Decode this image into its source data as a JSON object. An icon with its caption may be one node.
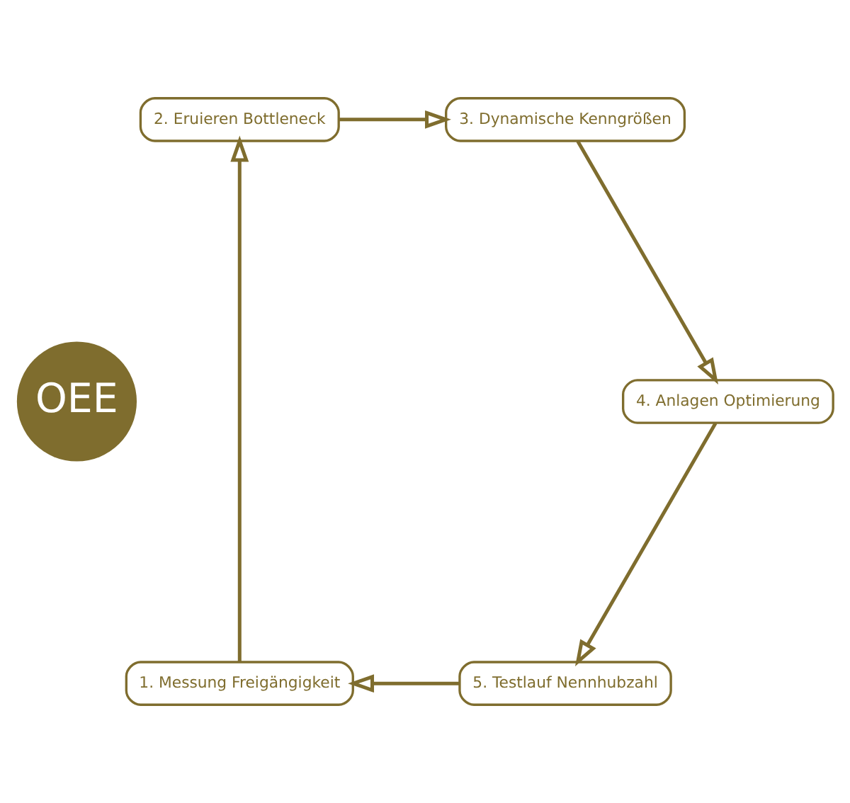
{
  "diagram": {
    "nodes": [
      {
        "text": [
          "OEE"
        ]
      },
      {
        "text": [
          "1. Messung Freigängigkeit"
        ]
      },
      {
        "text": [
          "2. Eruieren Bottleneck"
        ]
      },
      {
        "text": [
          "3. Dynamische Kenngrößen"
        ]
      },
      {
        "text": [
          "4. Anlagen Optimierung"
        ]
      },
      {
        "text": [
          "5. Testlauf Nennhubzahl"
        ]
      }
    ],
    "edges": [
      {
        "from": 1,
        "to": 2,
        "arrow": "to"
      },
      {
        "from": 2,
        "to": 3,
        "arrow": "to"
      },
      {
        "from": 3,
        "to": 4,
        "arrow": "to"
      },
      {
        "from": 4,
        "to": 5,
        "arrow": "to"
      },
      {
        "from": 5,
        "to": 1,
        "arrow": "to"
      }
    ]
  }
}
